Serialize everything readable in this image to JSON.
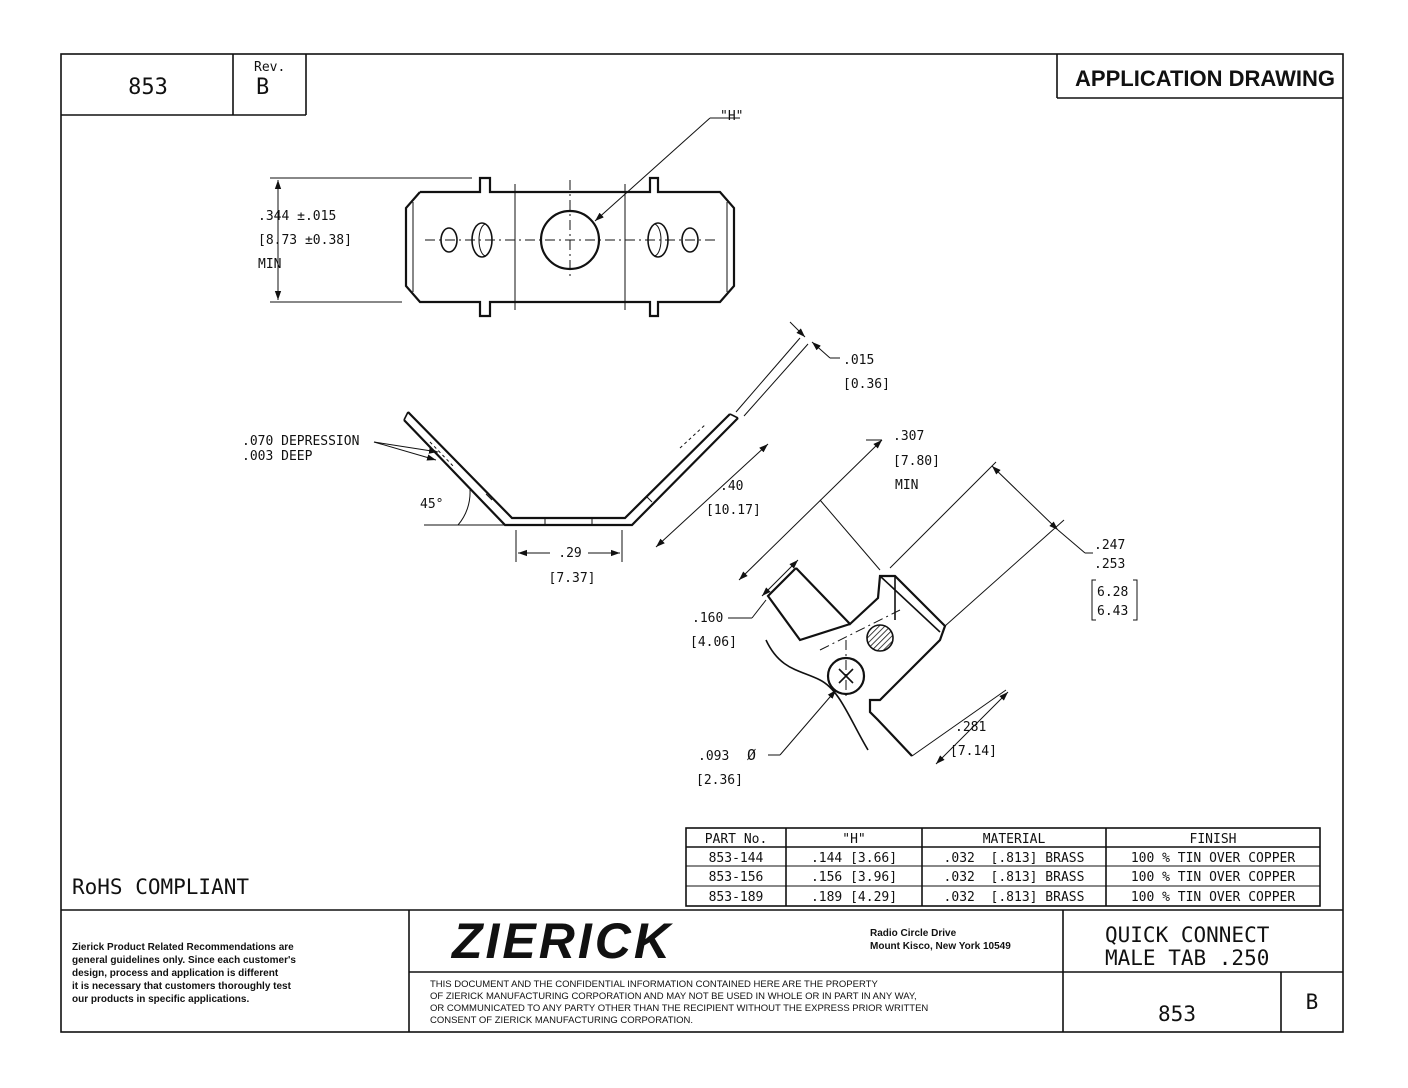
{
  "title_block": {
    "part_number": "853",
    "rev_label": "Rev.",
    "rev_value": "B",
    "drawing_type": "APPLICATION DRAWING"
  },
  "dimensions": {
    "width_in": ".344 ±.015",
    "width_mm": "[8.73 ±0.38]",
    "width_note": "MIN",
    "hole_label": "\"H\"",
    "thickness_in": ".015",
    "thickness_mm": "[0.36]",
    "depression_1": ".070 DEPRESSION",
    "depression_2": ".003 DEEP",
    "angle": "45°",
    "tab_len_in": ".40",
    "tab_len_mm": "[10.17]",
    "center_in": ".29",
    "center_mm": "[7.37]",
    "min_len_in": ".307",
    "min_len_mm": "[7.80]",
    "min_len_note": "MIN",
    "tab_width_in_1": ".247",
    "tab_width_in_2": ".253",
    "tab_width_mm_1": "6.28",
    "tab_width_mm_2": "6.43",
    "offset_in": ".160",
    "offset_mm": "[4.06]",
    "dist_in": ".281",
    "dist_mm": "[7.14]",
    "hole_dia_in": ".093",
    "hole_dia_sym": "Ø",
    "hole_dia_mm": "[2.36]"
  },
  "parts_table": {
    "headers": [
      "PART No.",
      "\"H\"",
      "MATERIAL",
      "FINISH"
    ],
    "rows": [
      [
        "853-144",
        ".144 [3.66]",
        ".032  [.813] BRASS",
        "100 % TIN OVER COPPER"
      ],
      [
        "853-156",
        ".156 [3.96]",
        ".032  [.813] BRASS",
        "100 % TIN OVER COPPER"
      ],
      [
        "853-189",
        ".189 [4.29]",
        ".032  [.813] BRASS",
        "100 % TIN OVER COPPER"
      ]
    ]
  },
  "rohs": "RoHS COMPLIANT",
  "disclaimer": [
    "Zierick Product Related Recommendations are",
    "general guidelines only. Since each customer's",
    "design, process and application is different",
    "it is necessary that customers thoroughly test",
    "our products in specific applications."
  ],
  "company": {
    "logo": "ZIERICK",
    "address_1": "Radio Circle Drive",
    "address_2": "Mount Kisco, New York 10549"
  },
  "confidential": [
    "THIS DOCUMENT AND THE CONFIDENTIAL INFORMATION CONTAINED HERE ARE THE PROPERTY",
    "OF ZIERICK MANUFACTURING CORPORATION AND MAY NOT BE USED IN WHOLE OR IN PART IN ANY WAY,",
    "OR COMMUNICATED TO ANY PARTY OTHER THAN THE RECIPIENT WITHOUT THE EXPRESS PRIOR WRITTEN",
    "CONSENT OF ZIERICK MANUFACTURING CORPORATION."
  ],
  "product": {
    "title_1": "QUICK CONNECT",
    "title_2": "MALE TAB .250",
    "number": "853",
    "rev": "B"
  }
}
